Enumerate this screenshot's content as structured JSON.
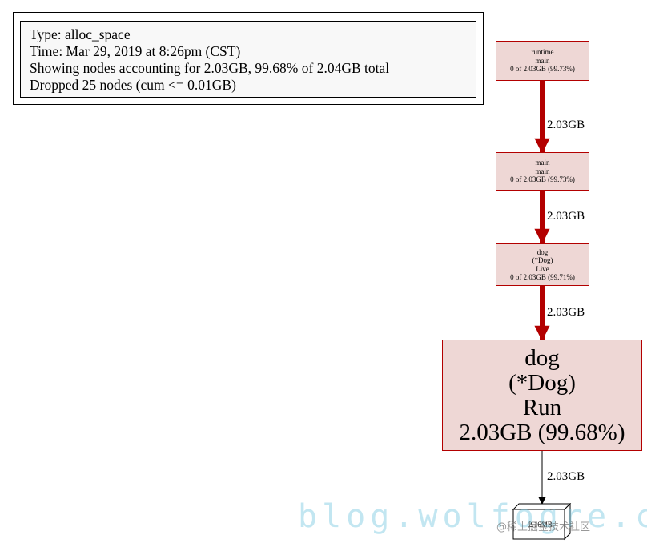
{
  "legend": {
    "type": "Type: alloc_space",
    "time": "Time: Mar 29, 2019 at 8:26pm (CST)",
    "showing": "Showing nodes accounting for 2.03GB, 99.68% of 2.04GB total",
    "dropped": "Dropped 25 nodes (cum <= 0.01GB)"
  },
  "nodes": [
    {
      "id": "runtime-main",
      "lines": [
        "runtime",
        "main",
        "0 of 2.03GB (99.73%)"
      ]
    },
    {
      "id": "main-main",
      "lines": [
        "main",
        "main",
        "0 of 2.03GB (99.73%)"
      ]
    },
    {
      "id": "dog-live",
      "lines": [
        "dog",
        "(*Dog)",
        "Live",
        "0 of 2.03GB (99.71%)"
      ]
    },
    {
      "id": "dog-run",
      "lines": [
        "dog",
        "(*Dog)",
        "Run",
        "2.03GB (99.68%)"
      ]
    }
  ],
  "edges": [
    {
      "from": "runtime-main",
      "to": "main-main",
      "label": "2.03GB",
      "color": "#b30000"
    },
    {
      "from": "main-main",
      "to": "dog-live",
      "label": "2.03GB",
      "color": "#b30000"
    },
    {
      "from": "dog-live",
      "to": "dog-run",
      "label": "2.03GB",
      "color": "#b30000"
    },
    {
      "from": "dog-run",
      "to": "leaf",
      "label": "2.03GB",
      "color": "#000000"
    }
  ],
  "leaf": {
    "label": "2.16MB"
  },
  "watermark": {
    "text": "blog.wolfogre.com",
    "cn": "@稀土掘金技术社区"
  },
  "colors": {
    "node_fill": "#eed7d5",
    "node_border": "#b30000",
    "hot_edge": "#b30000"
  }
}
